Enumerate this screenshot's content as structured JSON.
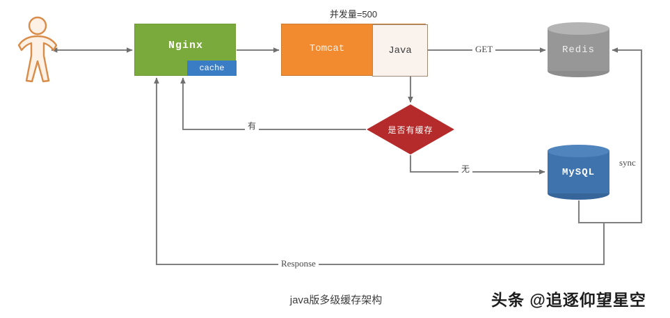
{
  "diagram": {
    "title": "java版多级缓存架构",
    "watermark": "头条 @追逐仰望星空",
    "annotations": {
      "concurrency": "并发量=500"
    },
    "nodes": {
      "actor": {
        "name": "user-actor",
        "color": "#e08a43"
      },
      "nginx": {
        "label": "Nginx",
        "color": "#7aa93c",
        "badge": "cache",
        "badge_color": "#3b7dc4"
      },
      "tomcat": {
        "label": "Tomcat",
        "color": "#f28b30"
      },
      "java": {
        "label": "Java",
        "color": "#faf2ec"
      },
      "redis": {
        "label": "Redis",
        "color": "#979797"
      },
      "mysql": {
        "label": "MySQL",
        "color": "#3f73ad"
      },
      "decision": {
        "label": "是否有缓存",
        "color": "#b52b2b"
      }
    },
    "edges": [
      {
        "id": "actor-nginx",
        "label": "",
        "from": "actor",
        "to": "nginx",
        "bidirectional": true
      },
      {
        "id": "nginx-tomcat",
        "label": "",
        "from": "nginx",
        "to": "tomcat"
      },
      {
        "id": "java-redis",
        "label": "GET",
        "from": "java",
        "to": "redis"
      },
      {
        "id": "java-decision",
        "label": "",
        "from": "java",
        "to": "decision"
      },
      {
        "id": "decision-nginx",
        "label": "有",
        "from": "decision",
        "to": "nginx"
      },
      {
        "id": "decision-mysql",
        "label": "无",
        "from": "decision",
        "to": "mysql"
      },
      {
        "id": "mysql-redis",
        "label": "sync",
        "from": "mysql",
        "to": "redis"
      },
      {
        "id": "mysql-nginx",
        "label": "Response",
        "from": "mysql",
        "to": "nginx"
      }
    ],
    "colors": {
      "wire": "#808080",
      "background": "#ffffff"
    }
  }
}
